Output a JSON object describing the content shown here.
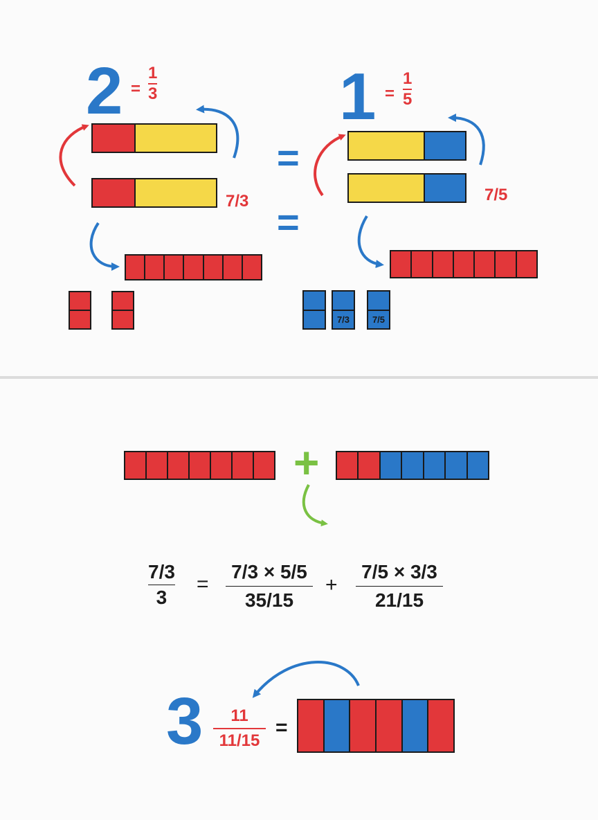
{
  "colors": {
    "red": "#e2373a",
    "yellow": "#f5d848",
    "blue": "#2a78c8",
    "green": "#7ac143",
    "outline": "#1a1a1a"
  },
  "left": {
    "big_number": "2",
    "equals": "=",
    "frac_num": "1",
    "frac_den": "3",
    "strip_label": "7/3"
  },
  "right": {
    "big_number": "1",
    "equals": "=",
    "frac_num": "1",
    "frac_den": "5",
    "strip_label": "7/5",
    "tile_labels": [
      "7/3",
      "7/5"
    ]
  },
  "between": {
    "equals_1": "=",
    "equals_2": "="
  },
  "addition": {
    "plus": "+"
  },
  "equation": {
    "lhs_num": "7/3",
    "lhs_den": "3",
    "equals": "=",
    "term1_num": "7/3 × 5/5",
    "term1_den": "35/15",
    "plus": "+",
    "term2_num": "7/5 × 3/3",
    "term2_den": "21/15"
  },
  "result": {
    "big_number": "3",
    "frac_num": "11",
    "frac_den": "11/15",
    "equals": "="
  }
}
